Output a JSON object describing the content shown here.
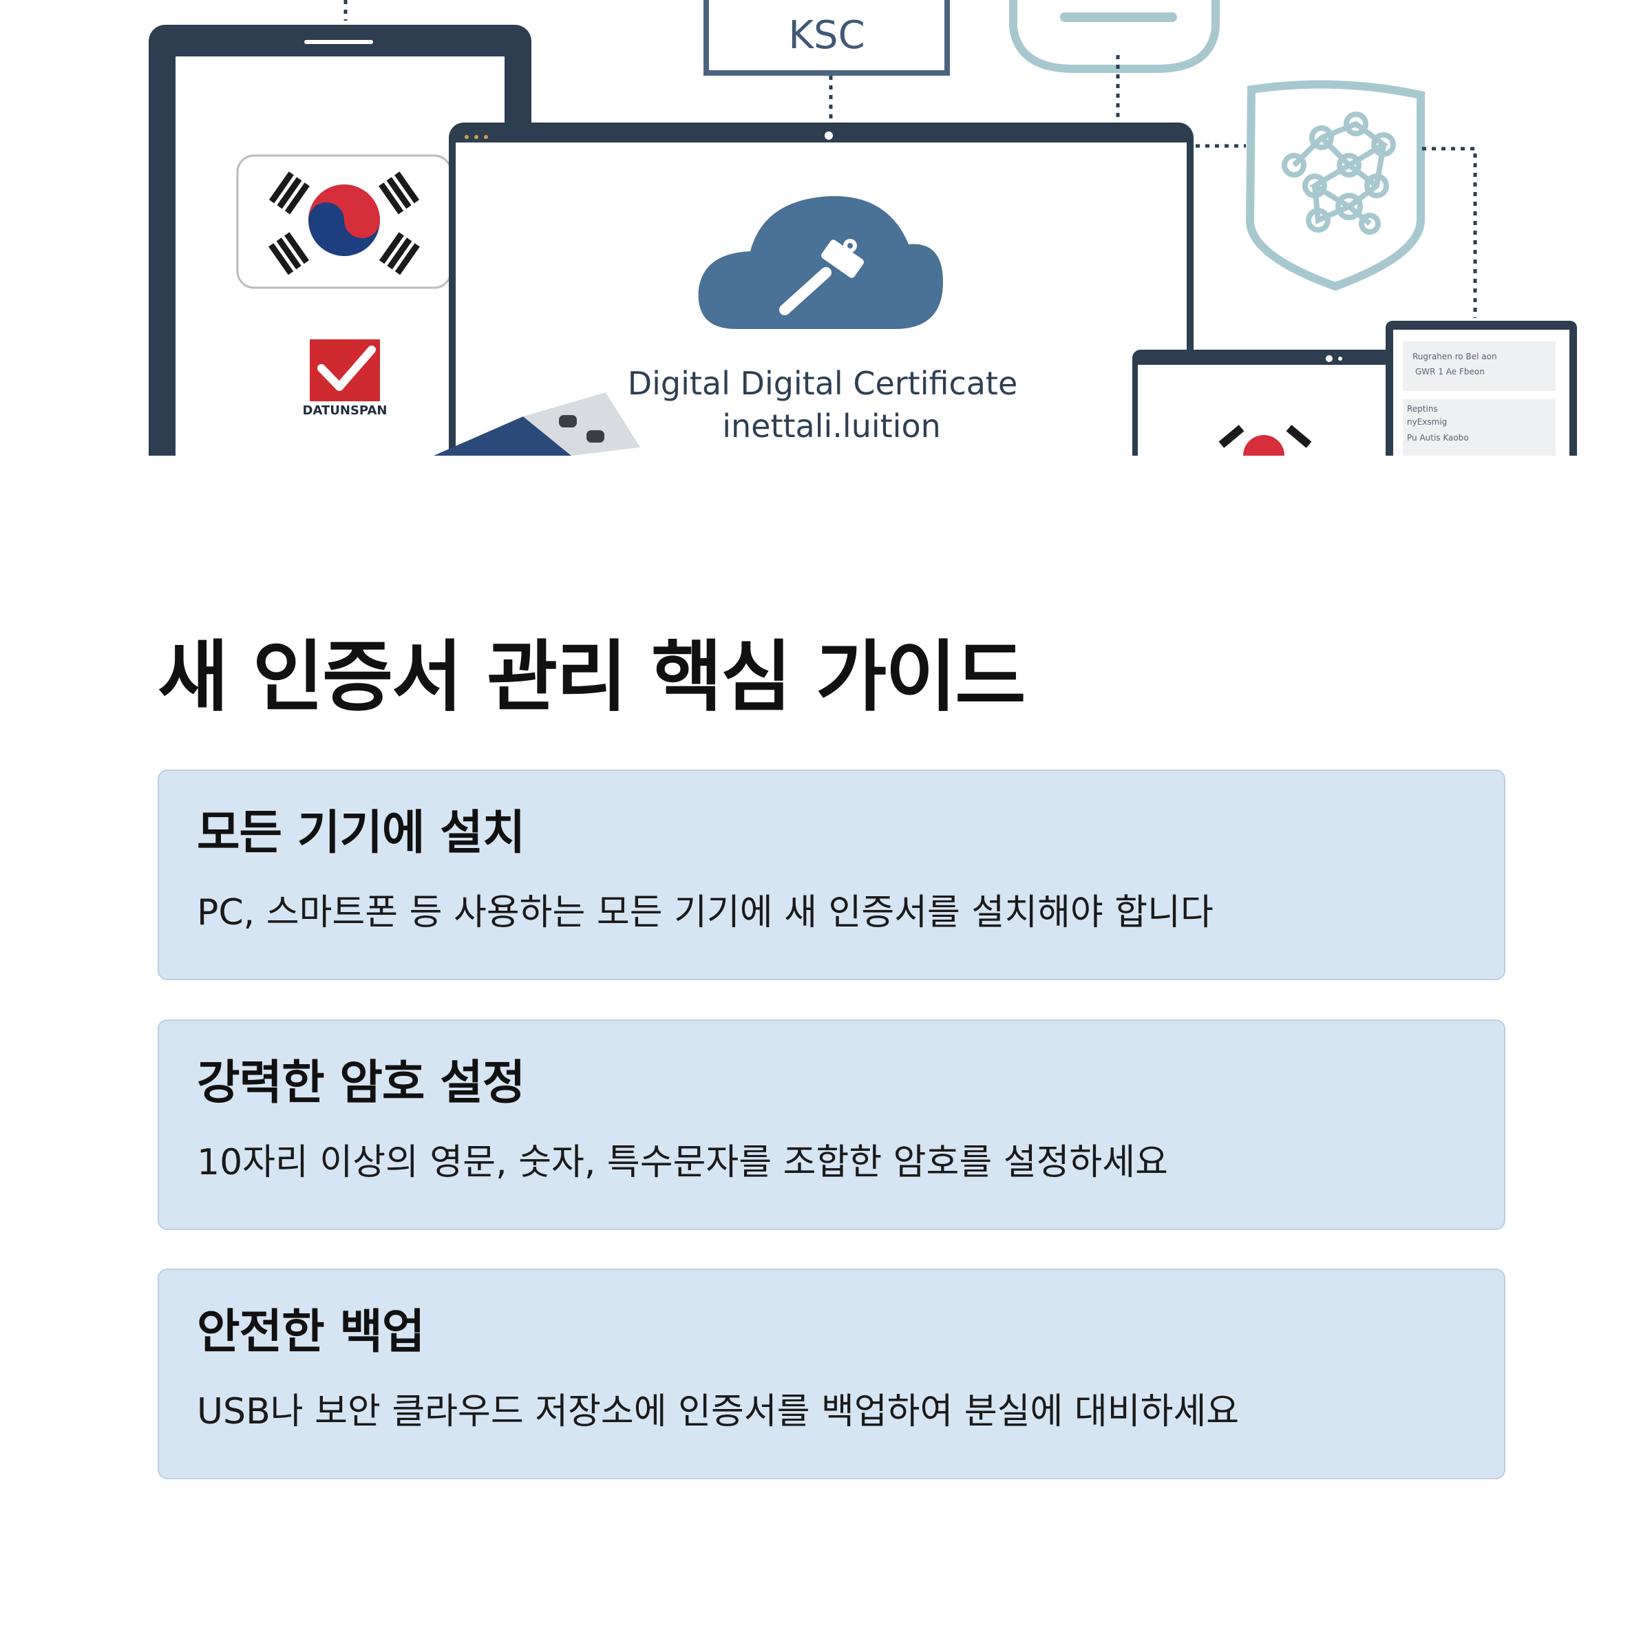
{
  "hero": {
    "ksc_label": "KSC",
    "screen_title_line1": "Digital Digital Certificate",
    "screen_title_line2": "inettali.luition",
    "tablet_badge_text": "DATUNSPAN",
    "doc_line1": "Rugrahen ro Bel aon",
    "doc_line2": "GWR 1 Ae Fbeon",
    "doc_line3": "Reptins",
    "doc_line4": "nyExsmig",
    "doc_line5": "Pu Autis Kaobo",
    "icons": [
      "korea-flag-icon",
      "checkmark-badge-icon",
      "cloud-tool-icon",
      "usb-drive-icon",
      "shield-network-icon",
      "laptop-icon",
      "tablet-icon"
    ],
    "colors": {
      "navy": "#2c3e50",
      "cloud": "#4a7196",
      "shield": "#a7c8cf",
      "flag_red": "#d62e3a",
      "flag_blue": "#1d3f80",
      "badge_red": "#cf2a2f"
    }
  },
  "guide": {
    "title": "새 인증서 관리 핵심 가이드",
    "items": [
      {
        "title": "모든 기기에 설치",
        "description": "PC, 스마트폰 등 사용하는 모든 기기에 새 인증서를 설치해야 합니다"
      },
      {
        "title": "강력한 암호 설정",
        "description": "10자리 이상의 영문, 숫자, 특수문자를 조합한 암호를 설정하세요"
      },
      {
        "title": "안전한 백업",
        "description": "USB나 보안 클라우드 저장소에 인증서를 백업하여 분실에 대비하세요"
      }
    ],
    "colors": {
      "card_bg": "#d6e5f4",
      "card_border": "#bccfe2"
    }
  }
}
